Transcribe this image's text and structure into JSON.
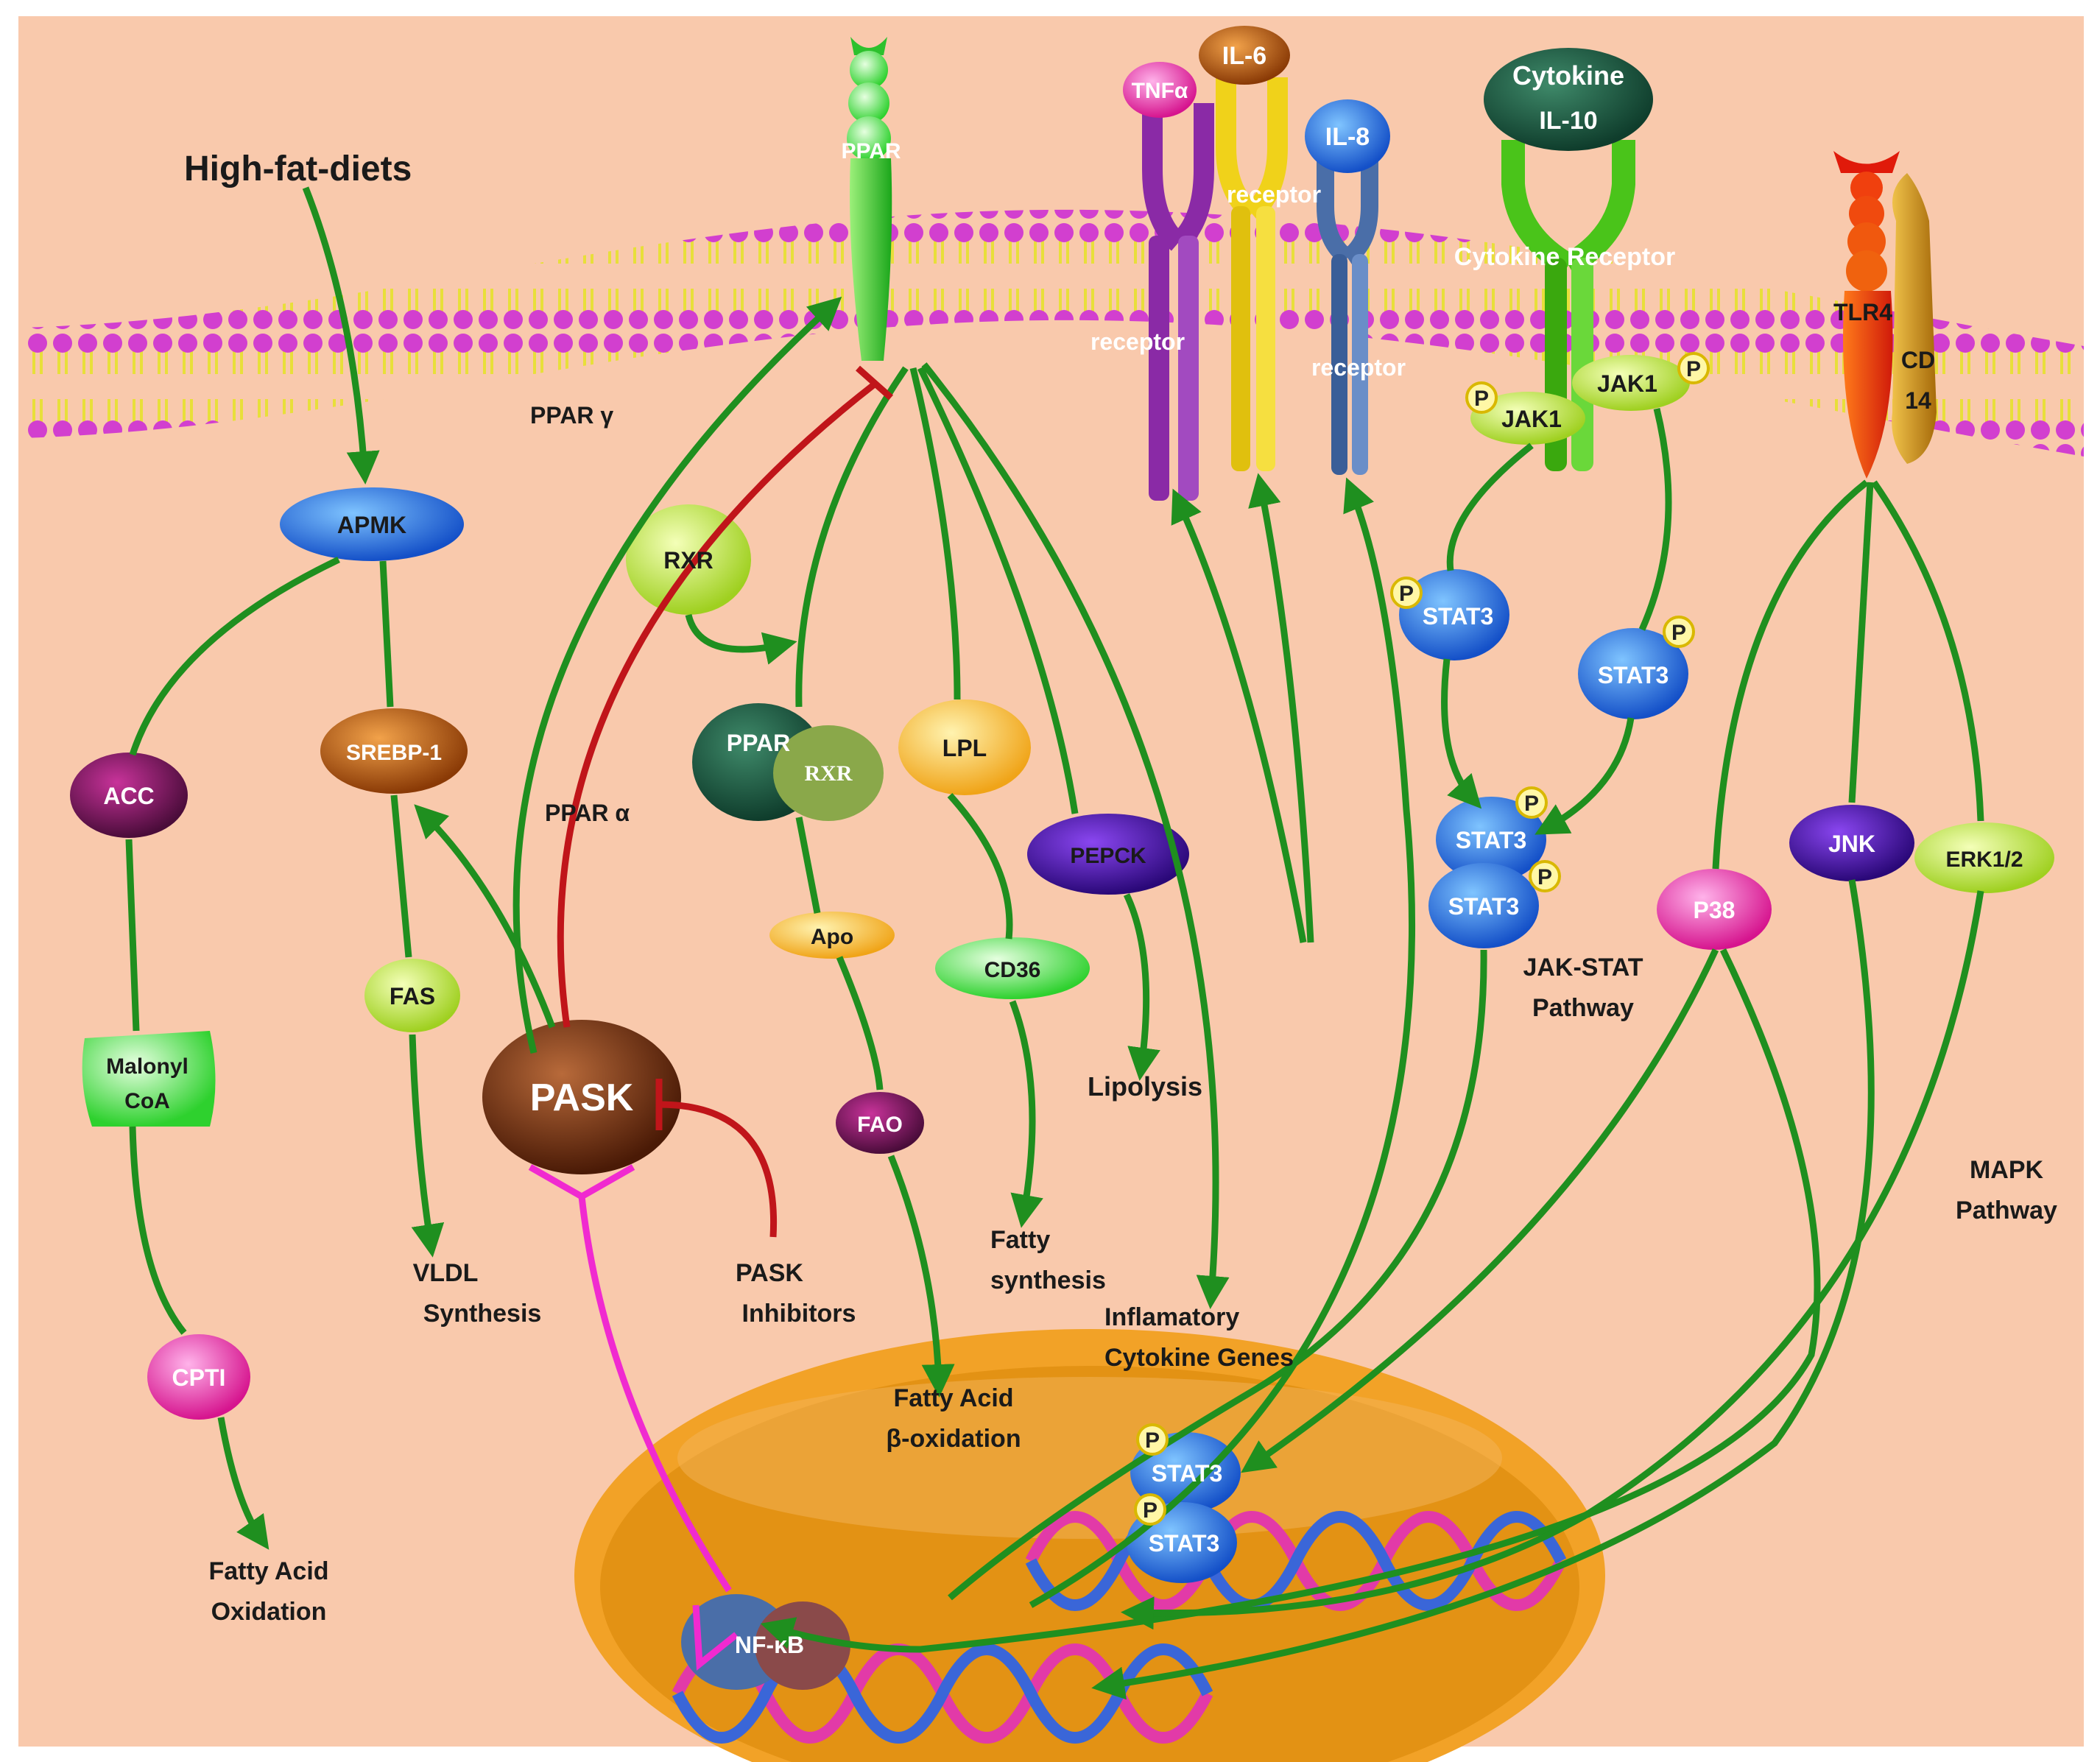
{
  "colors": {
    "background": "#f9c9ac",
    "membrane_head": "#d23fcf",
    "membrane_tail": "#e8df3a",
    "activation_arrow": "#1f8f1f",
    "inhibition_line": "#c0151a",
    "nfkb_link": "#f02ad0",
    "nucleus_outer": "#f2a227",
    "nucleus_inner": "#e39214"
  },
  "labels": {
    "high_fat_diets": "High-fat-diets",
    "ppar": "PPAR",
    "tnfa": "TNFα",
    "il6": "IL-6",
    "il8": "IL-8",
    "cytokine": "Cytokine",
    "il10": "IL-10",
    "receptor_il6": "receptor",
    "cytokine_receptor": "Cytokine Receptor",
    "receptor_tnf": "receptor",
    "receptor_il8": "receptor",
    "tlr4": "TLR4",
    "cd": "CD",
    "cd14": "14",
    "jak1_right": "JAK1",
    "jak1_left": "JAK1",
    "ppar_gamma": "PPAR γ",
    "apmk": "APMK",
    "rxr": "RXR",
    "stat3_a": "STAT3",
    "stat3_b": "STAT3",
    "srebp1": "SREBP-1",
    "ppar_complex": "PPAR",
    "rxr_complex": "RXR",
    "lpl": "LPL",
    "acc": "ACC",
    "ppar_alpha": "PPAR α",
    "pepck": "PEPCK",
    "stat3_dimer_top": "STAT3",
    "stat3_dimer_bottom": "STAT3",
    "jnk": "JNK",
    "erk": "ERK1/2",
    "p38": "P38",
    "apo": "Apo",
    "cd36": "CD36",
    "jak_stat_1": "JAK-STAT",
    "jak_stat_2": "Pathway",
    "fas": "FAS",
    "malonyl": "Malonyl",
    "coa": "CoA",
    "lipolysis": "Lipolysis",
    "pask": "PASK",
    "fao": "FAO",
    "mapk_1": "MAPK",
    "mapk_2": "Pathway",
    "fatty_synth_1": "Fatty",
    "fatty_synth_2": "synthesis",
    "vldl_1": "VLDL",
    "vldl_2": "Synthesis",
    "pask_inh_1": "PASK",
    "pask_inh_2": "Inhibitors",
    "inflam_1": "Inflamatory",
    "inflam_2": "Cytokine Genes",
    "cpti": "CPTI",
    "fa_beta_1": "Fatty Acid",
    "fa_beta_2": "β-oxidation",
    "stat3_nuc_top": "STAT3",
    "stat3_nuc_bottom": "STAT3",
    "fa_ox_1": "Fatty Acid",
    "fa_ox_2": "Oxidation",
    "nfkb": "NF-κB",
    "phospho": "P"
  }
}
